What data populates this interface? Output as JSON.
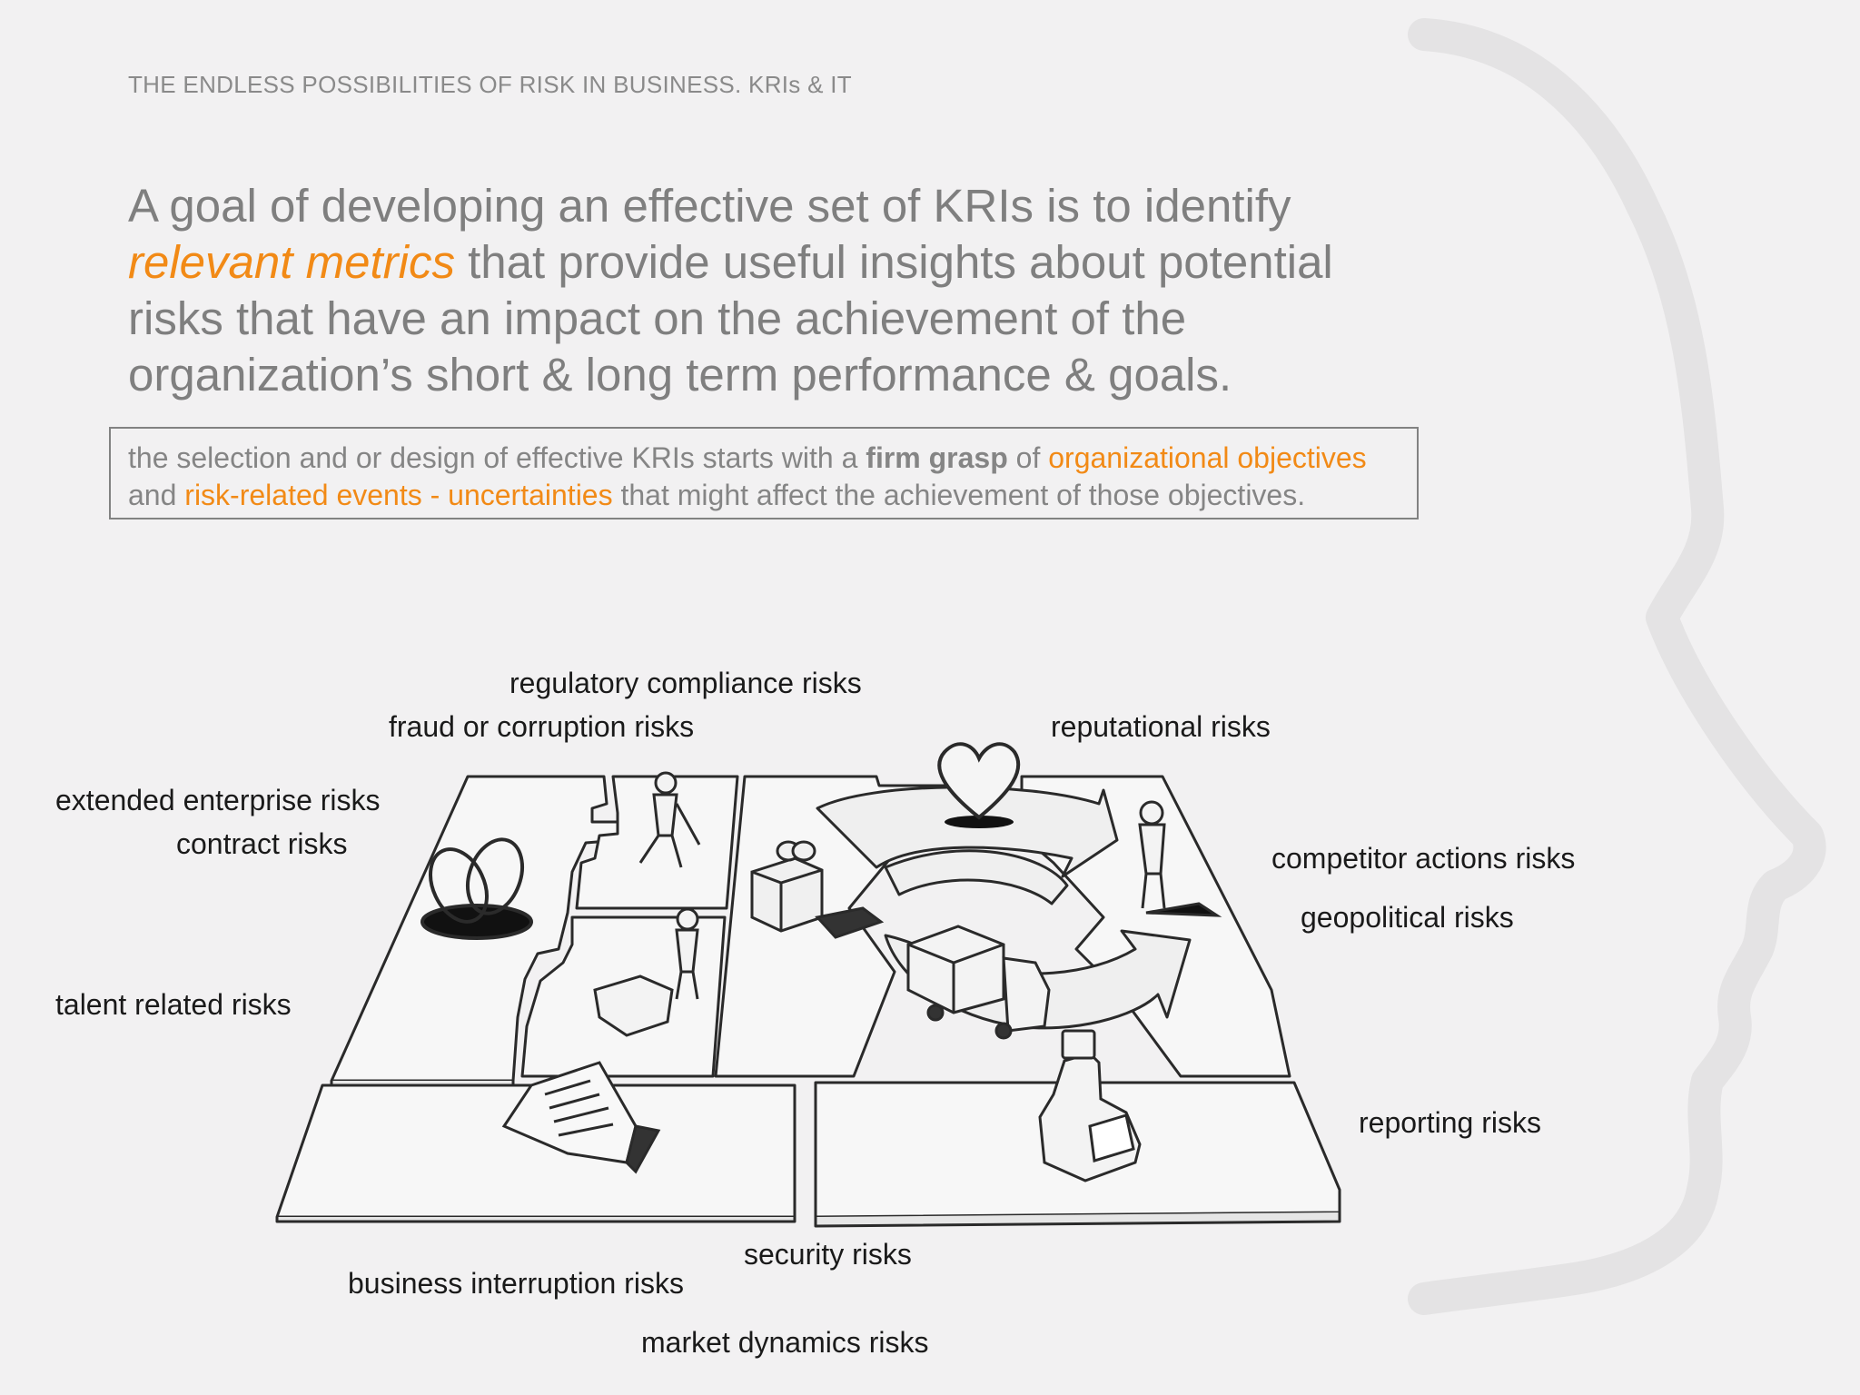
{
  "kicker": "THE ENDLESS POSSIBILITIES OF RISK IN BUSINESS. KRIs & IT",
  "headline": {
    "part1": "A goal of developing an effective set of KRIs is to identify ",
    "highlight": "relevant metrics",
    "part2": " that provide useful insights about potential risks that have an impact on the achievement of the organization’s short & long term performance & goals."
  },
  "callout": {
    "t1": "the selection and or design of effective KRIs starts with a ",
    "b1": "firm grasp",
    "t2": " of ",
    "o1": "organizational objectives",
    "t3": " and ",
    "o2": "risk-related events - uncertainties",
    "t4": " that might affect the achievement of those objectives."
  },
  "risks": {
    "regulatory": "regulatory compliance risks",
    "fraud": "fraud or corruption risks",
    "reputational": "reputational risks",
    "extended": "extended enterprise risks",
    "contract": "contract risks",
    "competitor": "competitor actions risks",
    "geopolitical": "geopolitical risks",
    "talent": "talent related risks",
    "reporting": "reporting risks",
    "security": "security risks",
    "business_interruption": "business interruption risks",
    "market": "market dynamics risks"
  },
  "colors": {
    "accent": "#f28a16",
    "text_grey": "#7f7f7f",
    "background": "#f2f1f2",
    "silhouette": "#e4e3e4"
  },
  "icons": [
    "head-silhouette-icon",
    "business-model-canvas-sketch-icon",
    "rings-icon",
    "heart-icon",
    "gift-icon",
    "truck-icon",
    "cash-register-icon",
    "document-icon",
    "person-icon"
  ]
}
